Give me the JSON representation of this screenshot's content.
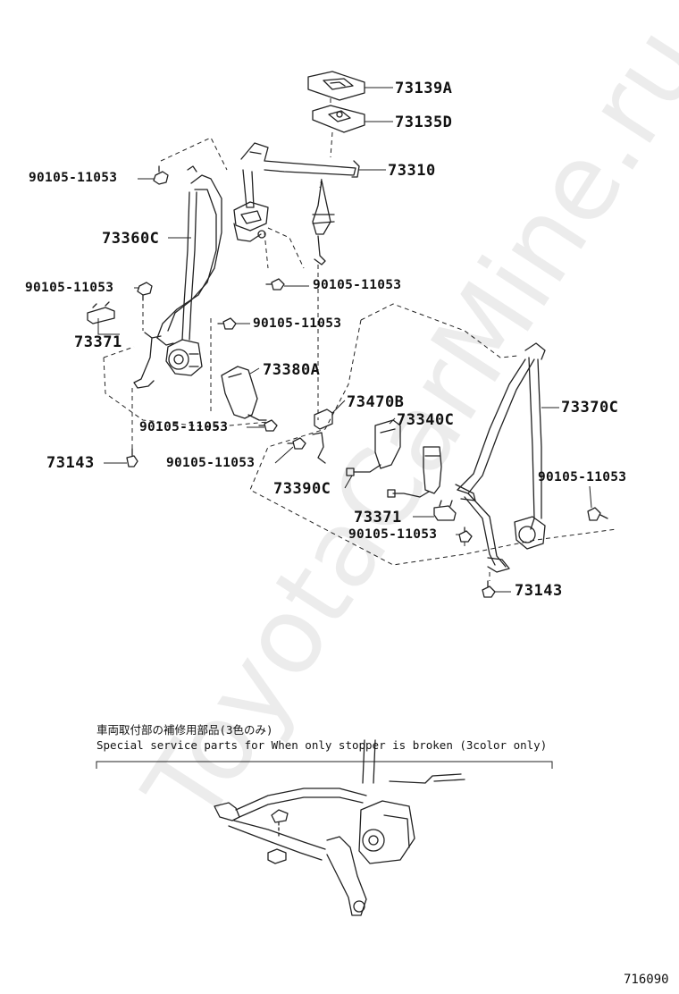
{
  "watermark": "ToyotaCarMine.ru",
  "figure_number": "716090",
  "notes": {
    "japanese": "車両取付部の補修用部品(3色のみ)",
    "english": "Special service parts for When only stopper is broken (3color only)"
  },
  "parts": {
    "p73139A": "73139A",
    "p73135D": "73135D",
    "p73310": "73310",
    "b_upper_left": "90105-11053",
    "p73360C": "73360C",
    "b_center": "90105-11053",
    "b_left_mid": "90105-11053",
    "b_mid": "90105-11053",
    "p73371_left": "73371",
    "p73380A": "73380A",
    "p73470B": "73470B",
    "p73340C": "73340C",
    "p73370C": "73370C",
    "b_lower_left": "90105-11053",
    "p73143_left": "73143",
    "b_lower_mid": "90105-11053",
    "p73390C": "73390C",
    "b_right": "90105-11053",
    "p73371_right": "73371",
    "b_right_lower": "90105-11053",
    "p73143_right": "73143"
  },
  "colors": {
    "line": "#222222",
    "text": "#111111"
  }
}
